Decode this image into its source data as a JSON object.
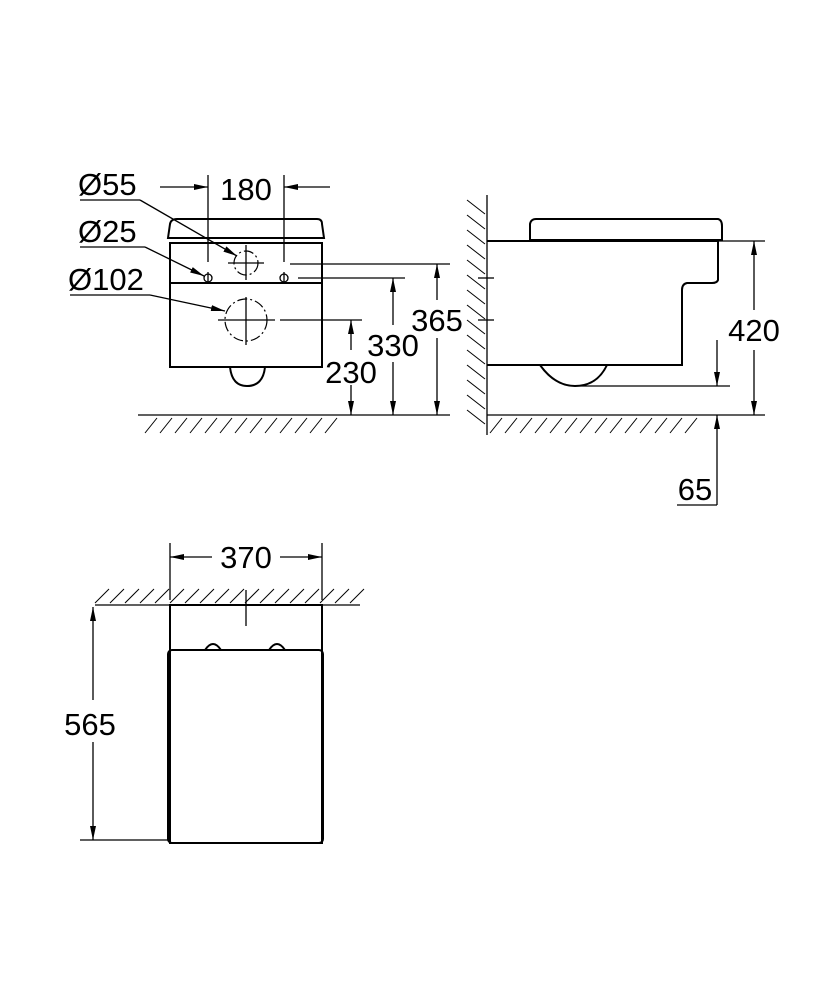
{
  "front_view": {
    "dim_holes_spacing": "180",
    "label_inlet_diameter": "Ø55",
    "label_bolt_diameter": "Ø25",
    "label_outlet_diameter": "Ø102",
    "dim_outlet_height": "230",
    "dim_bolt_height": "330",
    "dim_inlet_height": "365"
  },
  "side_view": {
    "dim_total_height": "420",
    "dim_bowl_clearance": "65"
  },
  "top_view": {
    "dim_width": "370",
    "dim_depth": "565"
  }
}
